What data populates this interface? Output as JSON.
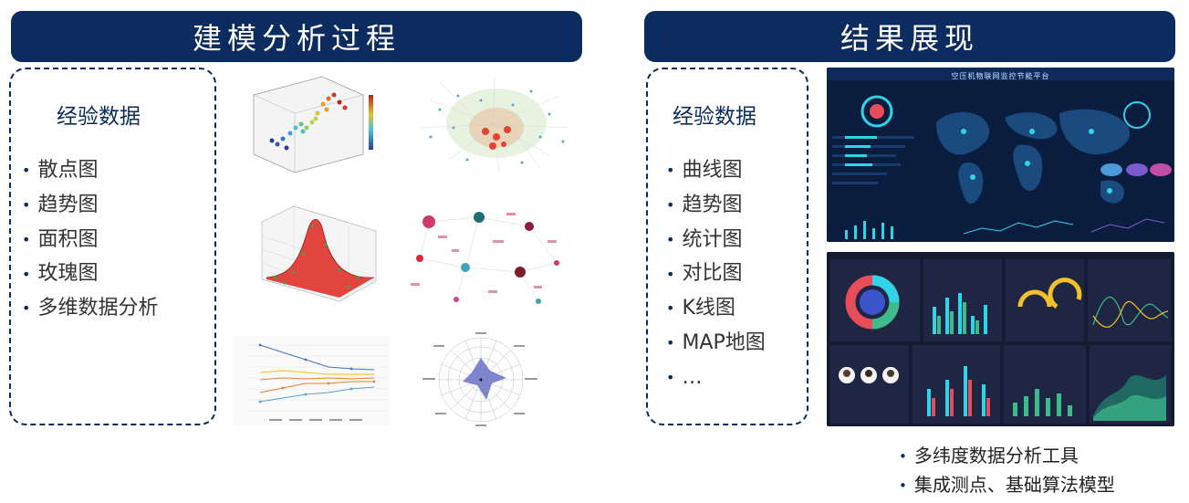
{
  "left_panel": {
    "title": "建模分析过程",
    "box_title": "经验数据",
    "items": [
      "散点图",
      "趋势图",
      "面积图",
      "玫瑰图",
      "多维数据分析"
    ]
  },
  "right_panel": {
    "title": "结果展现",
    "box_title": "经验数据",
    "items": [
      "曲线图",
      "趋势图",
      "统计图",
      "对比图",
      "K线图",
      "MAP地图",
      "…"
    ],
    "dashboard_title": "空压机物联网监控节能平台",
    "notes": [
      "多纬度数据分析工具",
      "集成测点、基础算法模型"
    ]
  },
  "thumbnails": [
    {
      "name": "3d-scatter-plot-thumbnail",
      "icon": "3d-scatter"
    },
    {
      "name": "network-graph-thumbnail",
      "icon": "network-graph"
    },
    {
      "name": "3d-surface-plot-thumbnail",
      "icon": "3d-surface"
    },
    {
      "name": "bubble-network-thumbnail",
      "icon": "bubble-network"
    },
    {
      "name": "line-trend-thumbnail",
      "icon": "multi-line"
    },
    {
      "name": "radar-rose-thumbnail",
      "icon": "rose-chart"
    }
  ],
  "colors": {
    "banner": "#0c2b5e",
    "dashboard_bg": "#0b1d3f",
    "accent_cyan": "#2fd4e8"
  }
}
